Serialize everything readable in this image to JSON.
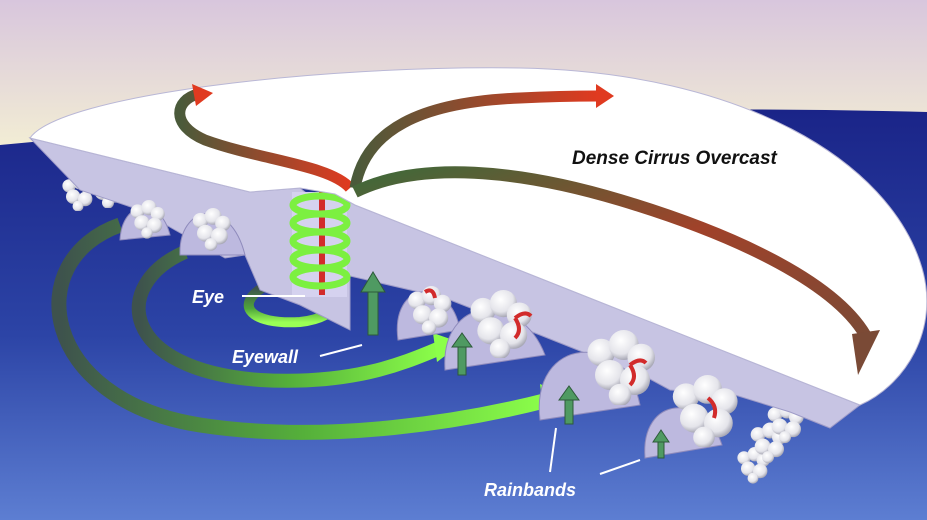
{
  "labels": {
    "overcast": "Dense Cirrus Overcast",
    "eye": "Eye",
    "eyewall": "Eyewall",
    "rainbands": "Rainbands"
  },
  "colors": {
    "sky_top": "#d8c6dd",
    "sky_bottom": "#f3eed4",
    "ocean_top": "#1a2488",
    "ocean_bottom": "#5d7ed2",
    "cloud_deck": "#ffffff",
    "cloud_side": "#c7c4e3",
    "inflow_arrow": "#5fe23c",
    "outflow_arrow": "#cf3a22",
    "subsidence_arrow": "#d22b2b"
  },
  "icons": {
    "inflow": "green-spiral-arrow",
    "outflow": "red-outflow-arrow",
    "updraft": "green-updraft-arrow",
    "subsidence": "red-descending-arrow"
  }
}
